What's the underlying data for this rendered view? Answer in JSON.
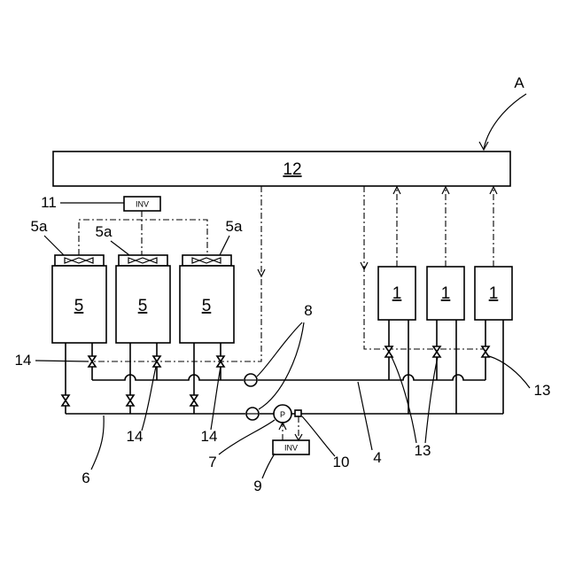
{
  "labels": {
    "system": "A",
    "controller": "12",
    "inv_fan": "INV",
    "inv_pump": "INV",
    "pump": "P",
    "chiller": "5",
    "fan": "5a",
    "load": "1",
    "ref_11": "11",
    "ref_14": "14",
    "ref_8": "8",
    "ref_13": "13",
    "ref_4": "4",
    "ref_6": "6",
    "ref_7": "7",
    "ref_10": "10",
    "ref_9": "9"
  },
  "diagram": {
    "chillers": [
      "5",
      "5",
      "5"
    ],
    "fans": [
      "5a",
      "5a",
      "5a"
    ],
    "loads": [
      "1",
      "1",
      "1"
    ]
  }
}
